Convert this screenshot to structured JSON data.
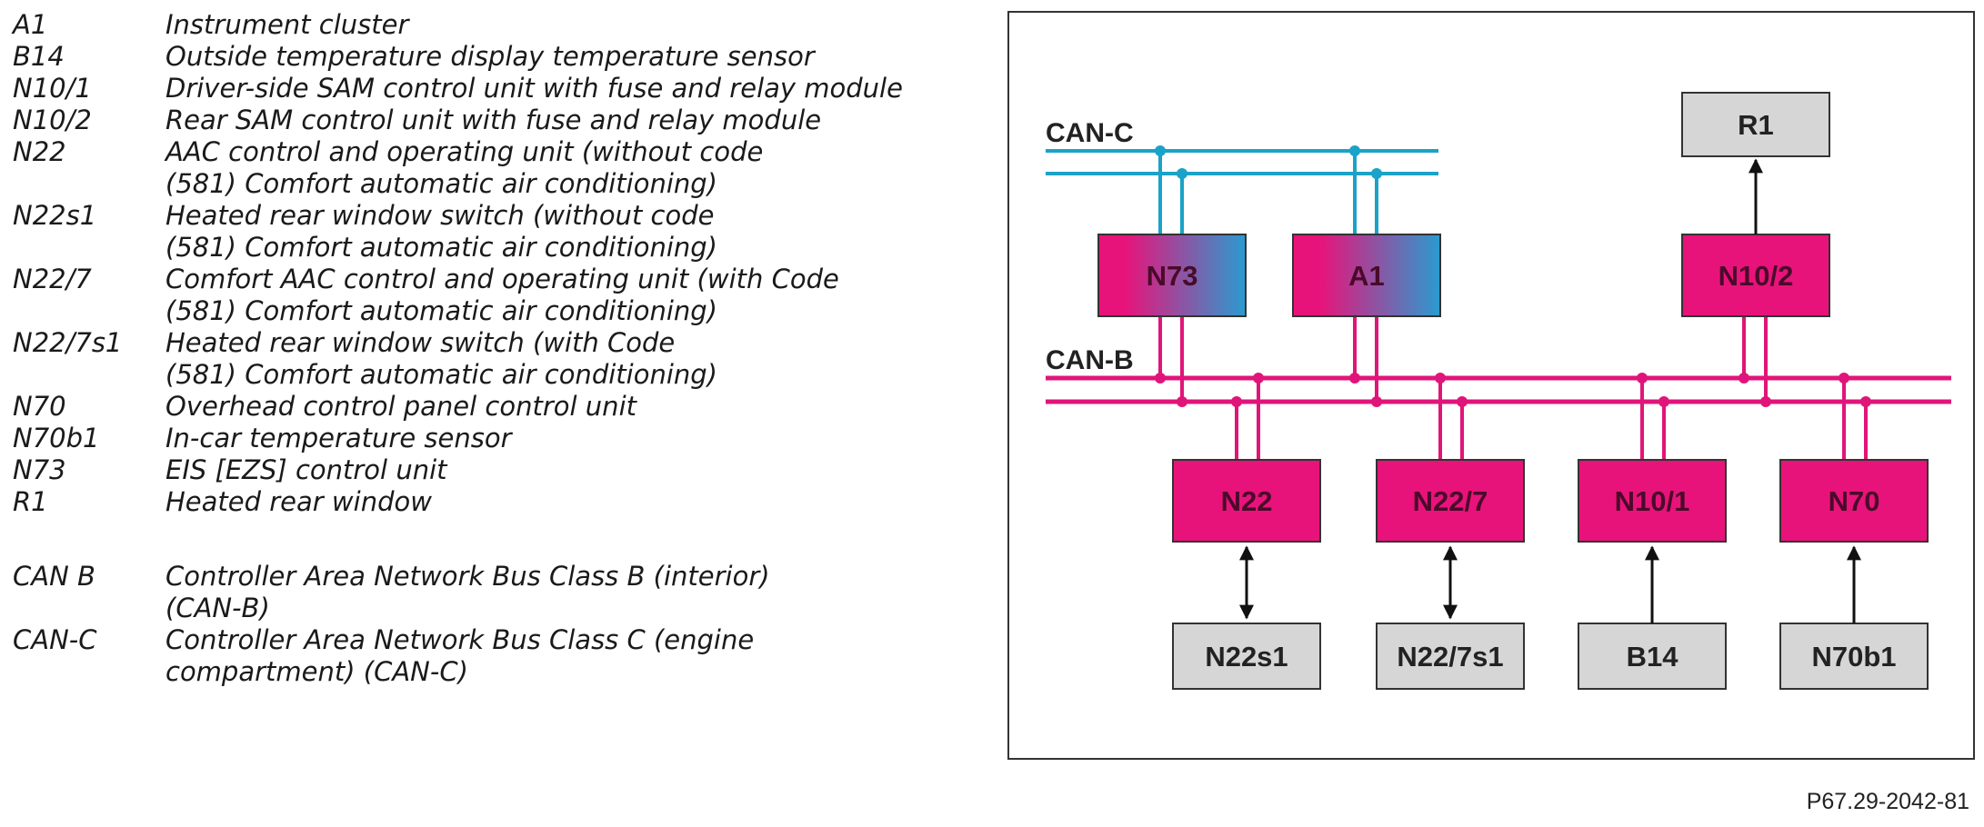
{
  "legend": {
    "items": [
      {
        "code": "A1",
        "desc": "Instrument cluster"
      },
      {
        "code": "B14",
        "desc": "Outside temperature display temperature sensor"
      },
      {
        "code": "N10/1",
        "desc": "Driver-side SAM control unit with fuse and relay module"
      },
      {
        "code": "N10/2",
        "desc": "Rear SAM control unit with fuse and relay module"
      },
      {
        "code": "N22",
        "desc": "AAC control and operating unit (without code\n(581) Comfort automatic air conditioning)"
      },
      {
        "code": "N22s1",
        "desc": "Heated rear window switch (without code\n(581) Comfort automatic air conditioning)"
      },
      {
        "code": "N22/7",
        "desc": "Comfort AAC control and operating unit  (with Code\n(581) Comfort automatic air conditioning)"
      },
      {
        "code": "N22/7s1",
        "desc": "Heated rear window switch (with Code\n(581) Comfort automatic air conditioning)"
      },
      {
        "code": "N70",
        "desc": "Overhead control panel control unit"
      },
      {
        "code": "N70b1",
        "desc": "In-car temperature sensor"
      },
      {
        "code": "N73",
        "desc": "EIS [EZS] control unit"
      },
      {
        "code": "R1",
        "desc": "Heated rear window"
      }
    ],
    "bus_items": [
      {
        "code": "CAN B",
        "desc": "Controller Area Network Bus Class B (interior)\n(CAN-B)"
      },
      {
        "code": "CAN-C",
        "desc": "Controller Area Network Bus Class C (engine\ncompartment) (CAN-C)"
      }
    ]
  },
  "diagram": {
    "bus_c_label": "CAN-C",
    "bus_b_label": "CAN-B",
    "upper_units": [
      "N73",
      "A1",
      "N10/2"
    ],
    "lower_units": [
      "N22",
      "N22/7",
      "N10/1",
      "N70"
    ],
    "peripherals": [
      "R1",
      "N22s1",
      "N22/7s1",
      "B14",
      "N70b1"
    ],
    "colors": {
      "can_c": "#1ba2c8",
      "can_b": "#e0157a",
      "unit_fill": "#e8137a",
      "gateway_gradient_end": "#2a9bd0",
      "peripheral_fill": "#d6d6d6"
    }
  },
  "reference": "P67.29-2042-81"
}
